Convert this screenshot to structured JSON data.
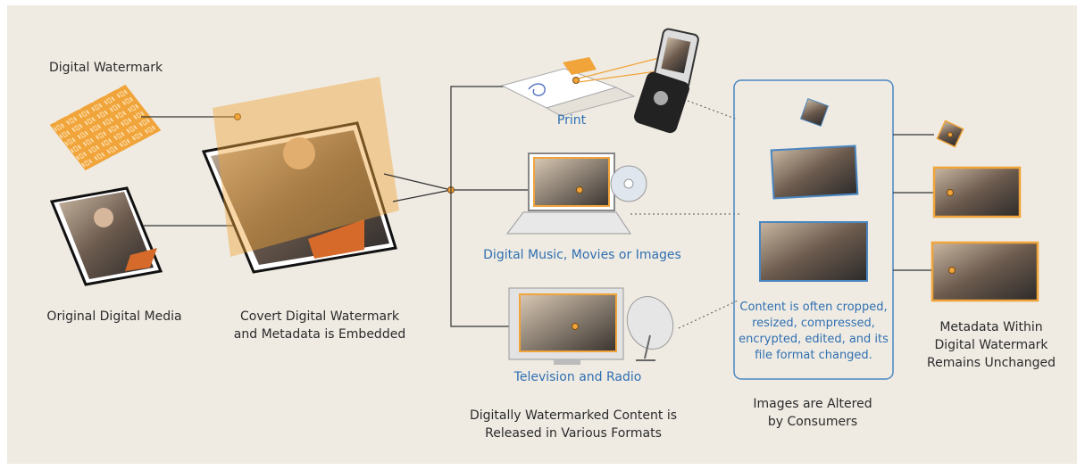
{
  "labels": {
    "digital_watermark": "Digital Watermark",
    "original_media": "Original Digital Media",
    "embedded": "Covert Digital Watermark\nand Metadata is Embedded",
    "print": "Print",
    "digital_music": "Digital Music, Movies or Images",
    "tv_radio": "Television and Radio",
    "released": "Digitally Watermarked Content is\nReleased in Various Formats",
    "box_text": "Content is often cropped,\nresized, compressed,\nencrypted, edited, and its\nfile format changed.",
    "altered": "Images are Altered\nby Consumers",
    "unchanged": "Metadata Within\nDigital Watermark\nRemains Unchanged"
  },
  "watermark_pattern": "0101 1011 0110 1001 0101 1110 0010 1011 0110 1001 0101 1011",
  "colors": {
    "background": "#efebe3",
    "watermark": "#f0a43a",
    "accent_blue": "#4a86c0",
    "line": "#333333"
  }
}
